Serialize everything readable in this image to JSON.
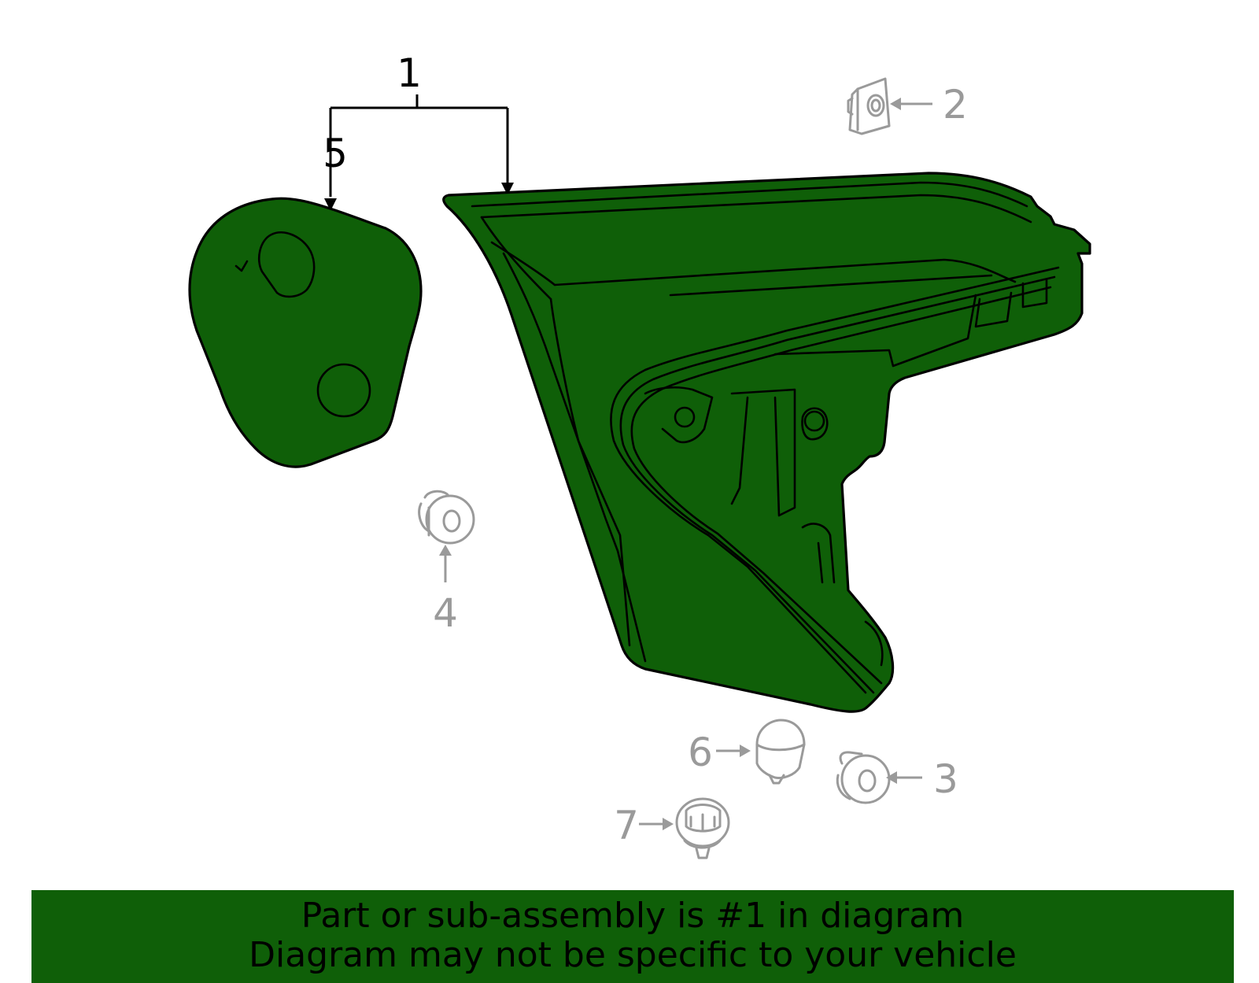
{
  "callouts": {
    "c1": "1",
    "c2": "2",
    "c3": "3",
    "c4": "4",
    "c5": "5",
    "c6": "6",
    "c7": "7"
  },
  "banner": {
    "line1": "Part or sub-assembly is #1 in diagram",
    "line2": "Diagram may not be specific to your vehicle"
  },
  "colors": {
    "part_fill": "#0f5f08",
    "outline": "#000000",
    "fastener_grey": "#9a9a9a",
    "background": "#ffffff"
  }
}
